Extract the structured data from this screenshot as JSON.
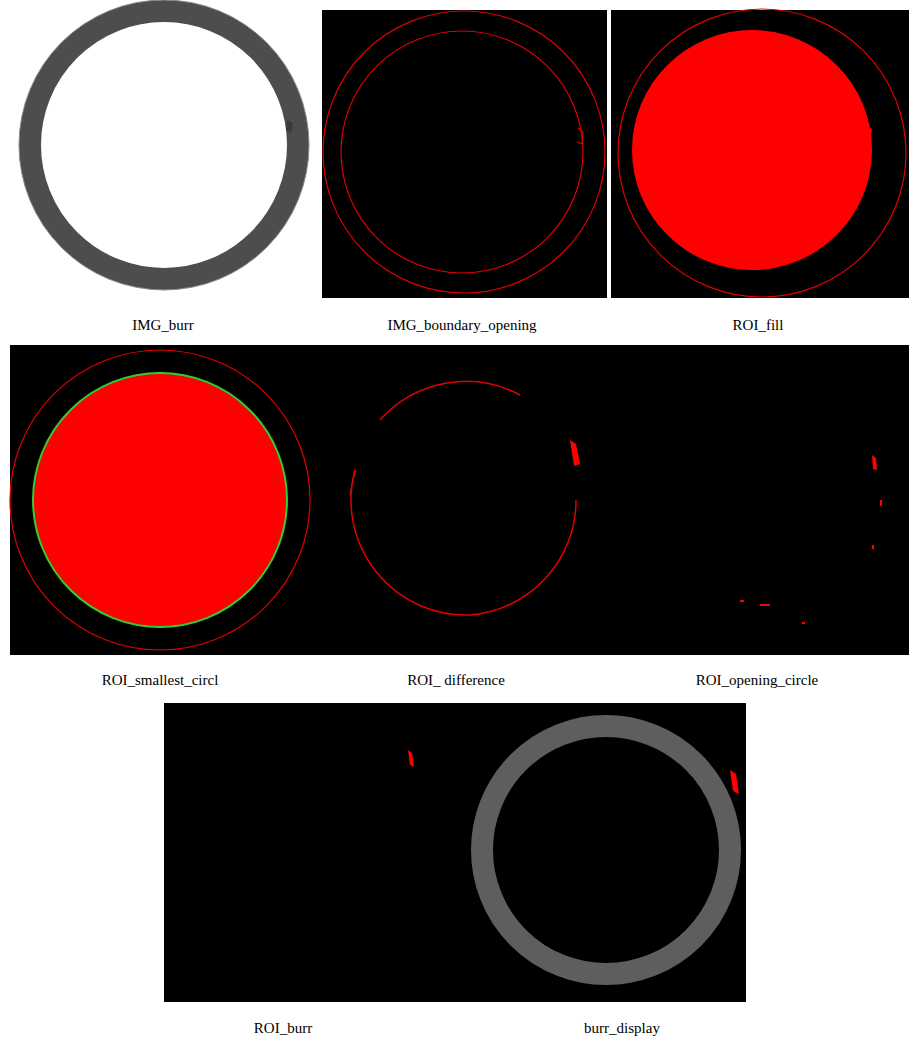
{
  "diagram": {
    "labels": [
      "IMG_burr",
      "IMG_boundary_opening",
      "ROI_fill",
      "ROI_smallest_circl",
      "ROI_ difference",
      "ROI_opening_circle",
      "ROI_burr",
      "burr_display"
    ]
  }
}
